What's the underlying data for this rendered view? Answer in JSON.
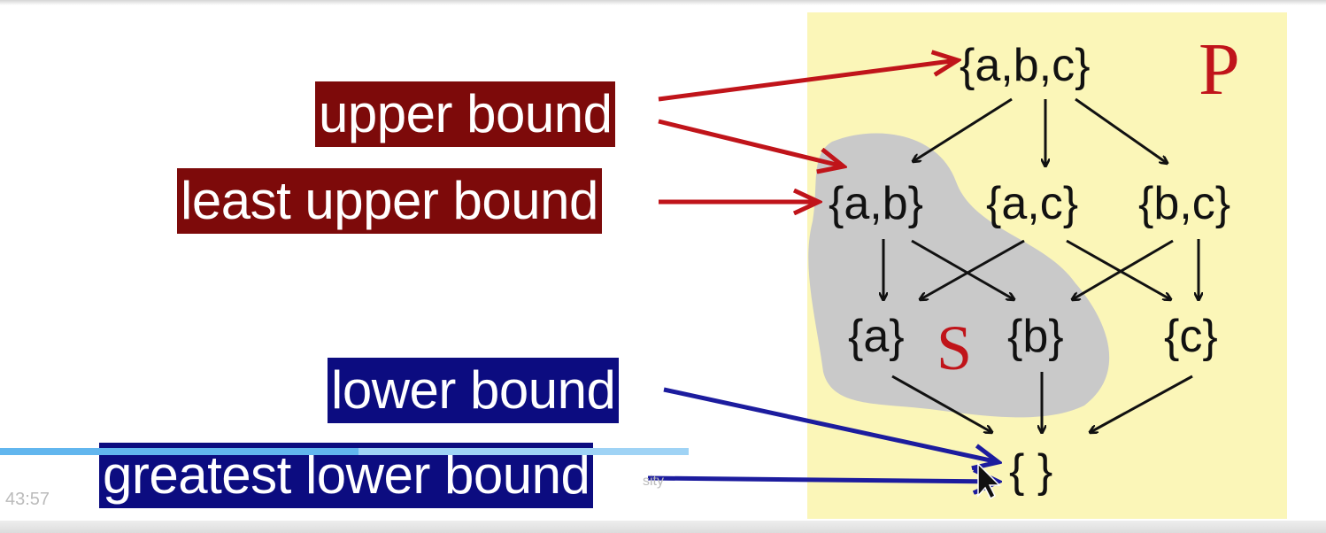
{
  "labels": {
    "upper_bound": "upper bound",
    "least_upper_bound": "least upper bound",
    "lower_bound": "lower bound",
    "greatest_lower_bound": "greatest lower bound"
  },
  "nodes": {
    "abc": "{a,b,c}",
    "ab": "{a,b}",
    "ac": "{a,c}",
    "bc": "{b,c}",
    "a": "{a}",
    "b": "{b}",
    "c": "{c}",
    "empty": "{ }"
  },
  "sets": {
    "P": "P",
    "S": "S"
  },
  "player": {
    "timecode": "43:57",
    "footer_fragment": "sity",
    "progress_fraction": 0.52
  },
  "colors": {
    "red_label": "#7d0a0a",
    "blue_label": "#0c0c80",
    "panel": "#fbf6b8",
    "subset_blob": "#c9c9c9",
    "red_arrow": "#c0141a",
    "blue_arrow": "#1c1c9e"
  }
}
